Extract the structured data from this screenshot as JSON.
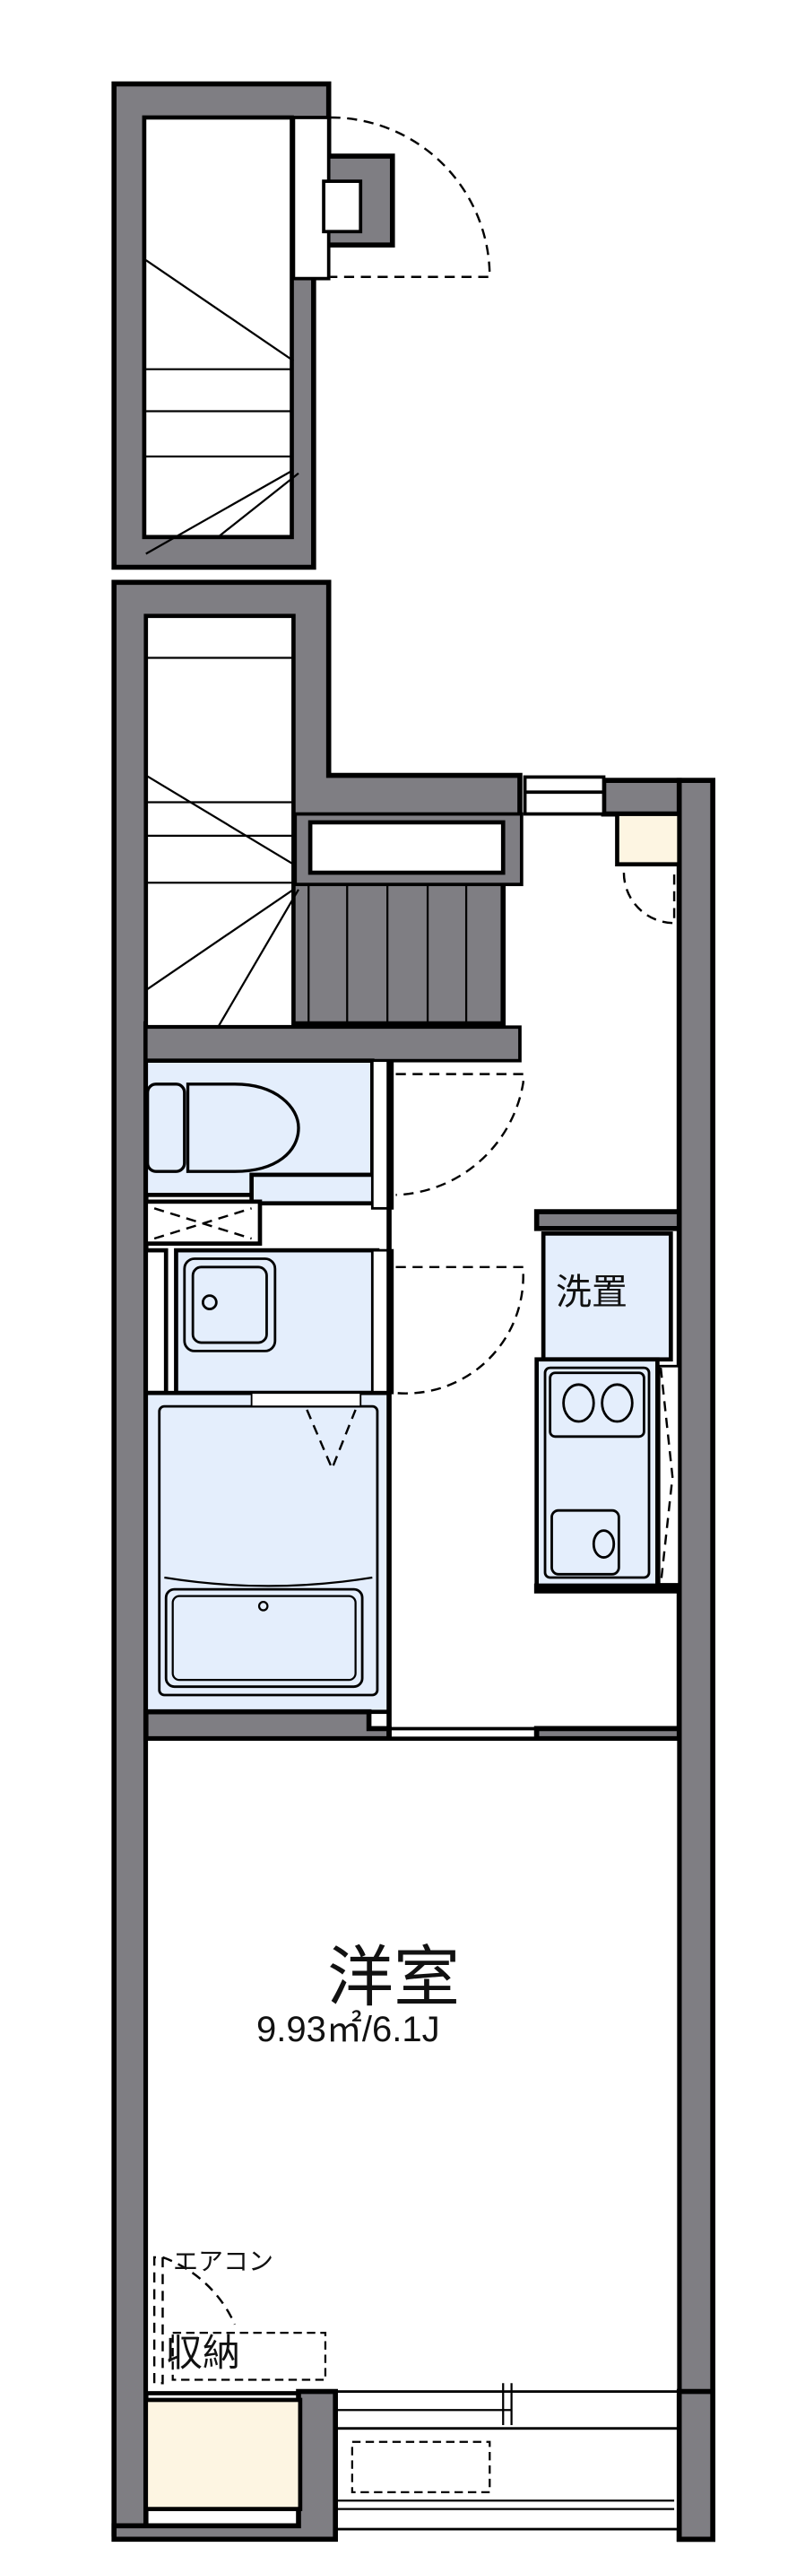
{
  "floorplan": {
    "rooms": [
      {
        "id": "western-room",
        "label": "洋室",
        "area": "9.93㎡/6.1J"
      },
      {
        "id": "washer-space",
        "label": "洗置"
      },
      {
        "id": "closet",
        "label": "収納"
      }
    ],
    "annotations": {
      "aircon": "エアコン"
    },
    "colors": {
      "wall": "#7f7e83",
      "wet_area": "#e4eefc",
      "storage": "#fdf5e2",
      "line": "#000000"
    }
  }
}
